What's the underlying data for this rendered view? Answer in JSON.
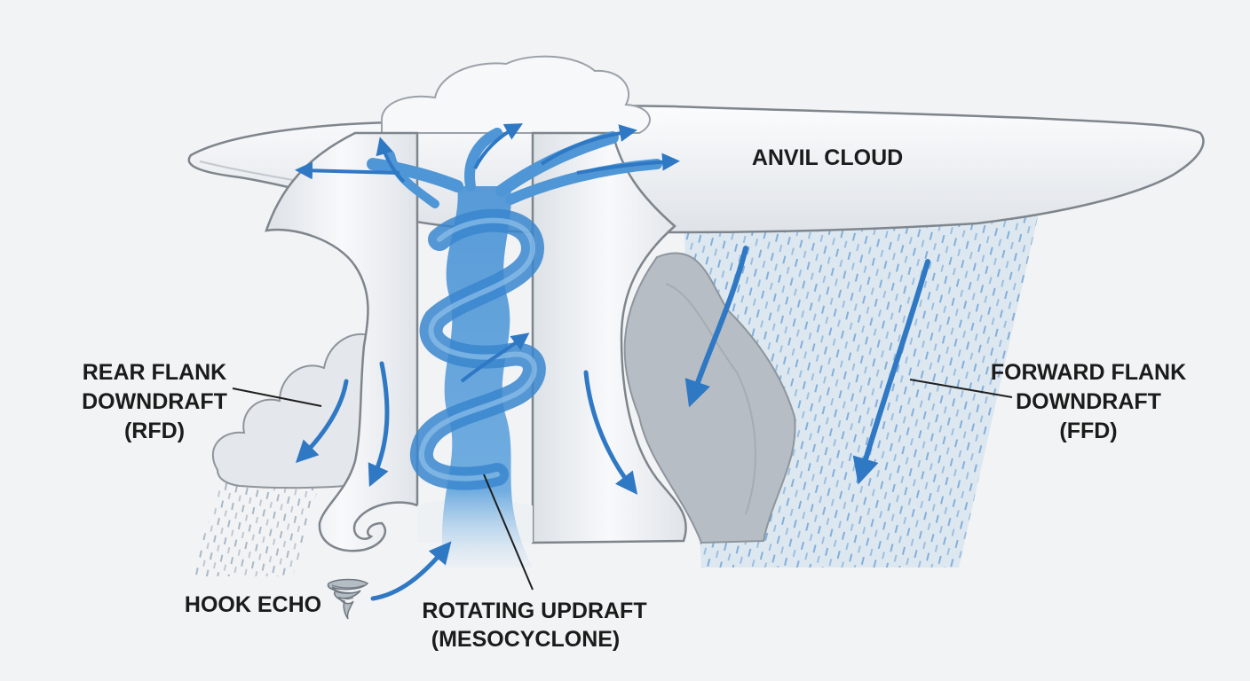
{
  "labels": {
    "anvil": "ANVIL CLOUD",
    "rfd": [
      "REAR FLANK",
      "DOWNDRAFT",
      "(RFD)"
    ],
    "ffd": [
      "FORWARD FLANK",
      "DOWNDRAFT",
      "(FFD)"
    ],
    "hook": "HOOK ECHO",
    "updraft": [
      "ROTATING UPDRAFT",
      "(MESOCYCLONE)"
    ]
  },
  "colors": {
    "background": "#f2f3f4",
    "cloud_light": "#f7f8fa",
    "cloud_shade": "#d4d9df",
    "cloud_outline": "#7e858c",
    "precip_gray": "#b9bec4",
    "rain_blue": "#4f8fd0",
    "updraft_blue": "#5ea2dc",
    "arrow_blue": "#2f78c4",
    "text": "#1b1b1b"
  },
  "icons": [
    "tornado-icon"
  ]
}
